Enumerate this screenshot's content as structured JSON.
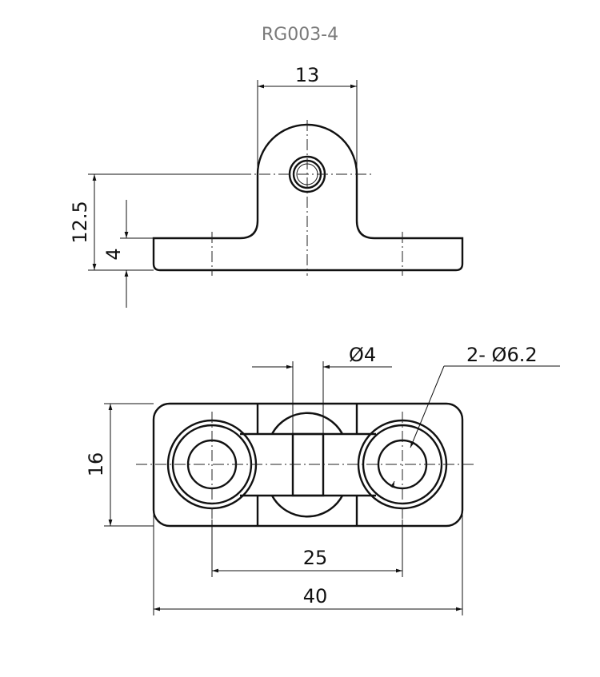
{
  "title": "RG003-4",
  "front_view": {
    "dims": {
      "width_ear": "13",
      "height_total": "12.5",
      "plate_thickness": "4"
    }
  },
  "top_view": {
    "dims": {
      "pin_diameter": "Ø4",
      "hole_diameter": "2- Ø6.2",
      "height": "16",
      "hole_spacing": "25",
      "overall_length": "40"
    }
  }
}
